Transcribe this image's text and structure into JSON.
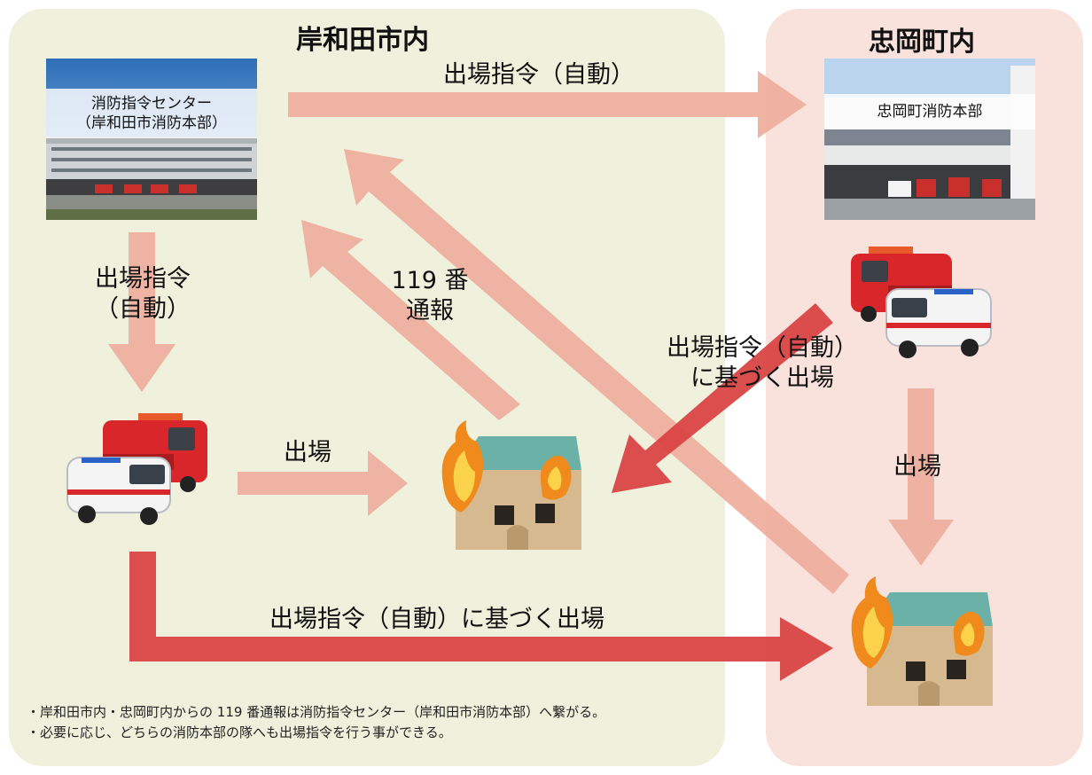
{
  "regions": {
    "left_title": "岸和田市内",
    "right_title": "忠岡町内"
  },
  "buildings": {
    "kishiwada_hq_line1": "消防指令センター",
    "kishiwada_hq_line2": "（岸和田市消防本部）",
    "tadaoka_hq": "忠岡町消防本部"
  },
  "labels": {
    "top_dispatch": "出場指令（自動）",
    "left_dispatch_line1": "出場指令",
    "left_dispatch_line2": "（自動）",
    "call_119_line1": "119 番",
    "call_119_line2": "通報",
    "auto_response_line1": "出場指令（自動）",
    "auto_response_line2": "に基づく出場",
    "dispatch_left": "出場",
    "dispatch_right": "出場",
    "bottom_response": "出場指令（自動）に基づく出場"
  },
  "notes": [
    "・岸和田市内・忠岡町内からの 119 番通報は消防指令センター（岸和田市消防本部）へ繋がる。",
    "・必要に応じ、どちらの消防本部の隊へも出場指令を行う事ができる。"
  ],
  "colors": {
    "left_region_bg": "#eff1dc",
    "right_region_bg": "#fae2dc",
    "light_arrow": "#eeae9c",
    "dark_arrow": "#d94444"
  }
}
